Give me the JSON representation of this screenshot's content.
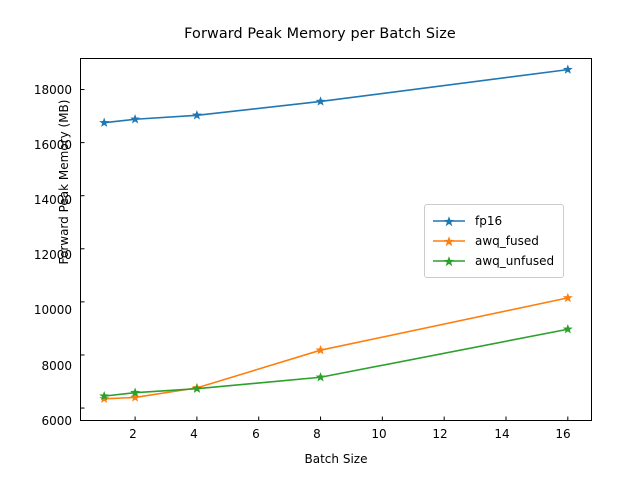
{
  "chart_data": {
    "type": "line",
    "title": "Forward Peak Memory per Batch Size",
    "xlabel": "Batch Size",
    "ylabel": "Forward Peak Memory (MB)",
    "x": [
      1,
      2,
      4,
      8,
      16
    ],
    "xlim": [
      0.25,
      16.75
    ],
    "ylim": [
      5550,
      19150
    ],
    "xticks": [
      2,
      4,
      6,
      8,
      10,
      12,
      14,
      16
    ],
    "yticks": [
      6000,
      8000,
      10000,
      12000,
      14000,
      16000,
      18000
    ],
    "grid": false,
    "legend_position": "center right",
    "marker": "star",
    "series": [
      {
        "name": "fp16",
        "color": "#1f77b4",
        "values": [
          16750,
          16880,
          17030,
          17550,
          18750
        ]
      },
      {
        "name": "awq_fused",
        "color": "#ff7f0e",
        "values": [
          6350,
          6400,
          6760,
          8180,
          10150
        ]
      },
      {
        "name": "awq_unfused",
        "color": "#2ca02c",
        "values": [
          6450,
          6580,
          6730,
          7160,
          8970
        ]
      }
    ]
  },
  "axis": {
    "ytick_labels": [
      "18000",
      "16000",
      "14000",
      "12000",
      "10000",
      "8000",
      "6000"
    ],
    "xtick_labels": [
      "2",
      "4",
      "6",
      "8",
      "10",
      "12",
      "14",
      "16"
    ]
  },
  "legend": {
    "entries": [
      {
        "label": "fp16",
        "color": "#1f77b4"
      },
      {
        "label": "awq_fused",
        "color": "#ff7f0e"
      },
      {
        "label": "awq_unfused",
        "color": "#2ca02c"
      }
    ]
  }
}
